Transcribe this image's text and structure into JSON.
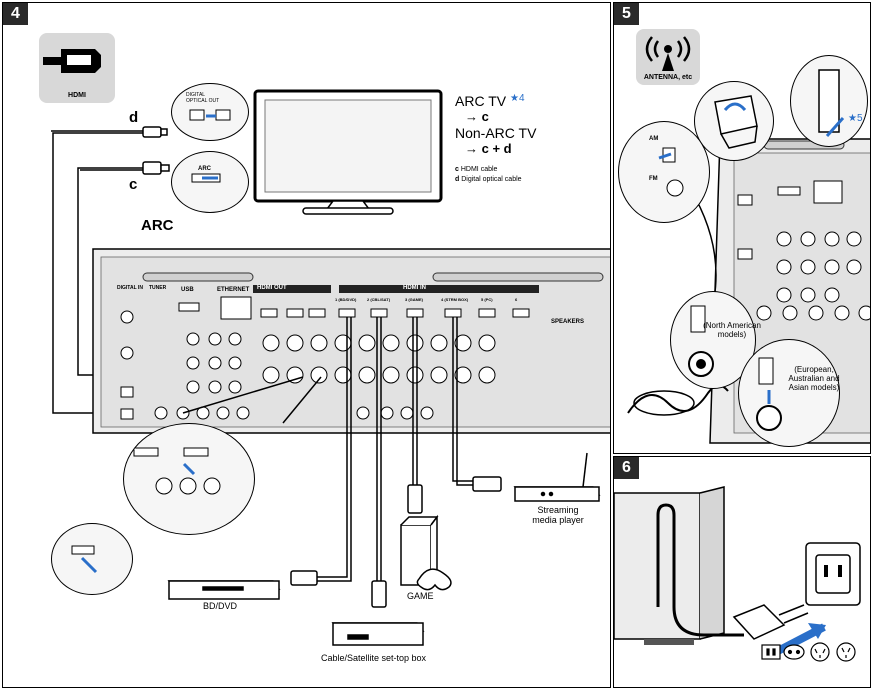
{
  "panel4": {
    "number": "4",
    "hdmi_badge": "HDMI",
    "arc_tv": "ARC TV",
    "arc_tv_ref": "★4",
    "arc_arrow": "→ c",
    "non_arc_tv": "Non-ARC TV",
    "non_arc_arrow": "→ c + d",
    "legend_c_key": "c",
    "legend_c_text": "HDMI cable",
    "legend_d_key": "d",
    "legend_d_text": "Digital optical cable",
    "label_d": "d",
    "label_c": "c",
    "label_arc": "ARC",
    "tv_port_optical": "DIGITAL OPTICAL OUT",
    "tv_port_arc": "ARC",
    "hdmi_out_label": "HDMI OUT",
    "hdmi_in_label": "HDMI IN",
    "usb_label": "USB",
    "ethernet_label": "ETHERNET",
    "speakers_label": "SPEAKERS",
    "tuner_label": "TUNER",
    "digital_in_label": "DIGITAL IN",
    "hdmi_in_ports": [
      "1 (BD/DVD)",
      "2 (CBL/SAT)",
      "3 (GAME)",
      "4 (STRM BOX)",
      "5 (PC)",
      "6"
    ],
    "streaming_player": "Streaming media player",
    "game": "GAME",
    "bd_dvd": "BD/DVD",
    "cable_box": "Cable/Satellite set-top box"
  },
  "panel5": {
    "number": "5",
    "antenna_badge": "ANTENNA, etc",
    "ref": "★5",
    "north_american": "(North American models)",
    "european": "(European, Australian and Asian models)",
    "am_label": "AM",
    "fm_label": "FM"
  },
  "panel6": {
    "number": "6"
  }
}
